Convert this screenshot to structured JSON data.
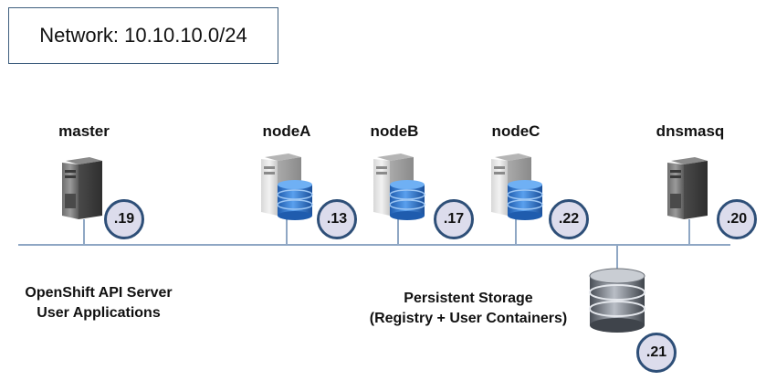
{
  "network": {
    "label": "Network: 10.10.10.0/24"
  },
  "hosts": [
    {
      "name": "master",
      "ip": ".19",
      "storage": false
    },
    {
      "name": "nodeA",
      "ip": ".13",
      "storage": true
    },
    {
      "name": "nodeB",
      "ip": ".17",
      "storage": true
    },
    {
      "name": "nodeC",
      "ip": ".22",
      "storage": true
    },
    {
      "name": "dnsmasq",
      "ip": ".20",
      "storage": false
    }
  ],
  "storage": {
    "ip": ".21",
    "line1": "Persistent Storage",
    "line2": "(Registry + User Containers)"
  },
  "master_caption": {
    "line1": "OpenShift API Server",
    "line2": "User Applications"
  },
  "colors": {
    "bus": "#8fa7c4",
    "badge_border": "#2e4f78",
    "badge_fill": "#dcdcec",
    "db_blue": "#3a7fd5"
  }
}
